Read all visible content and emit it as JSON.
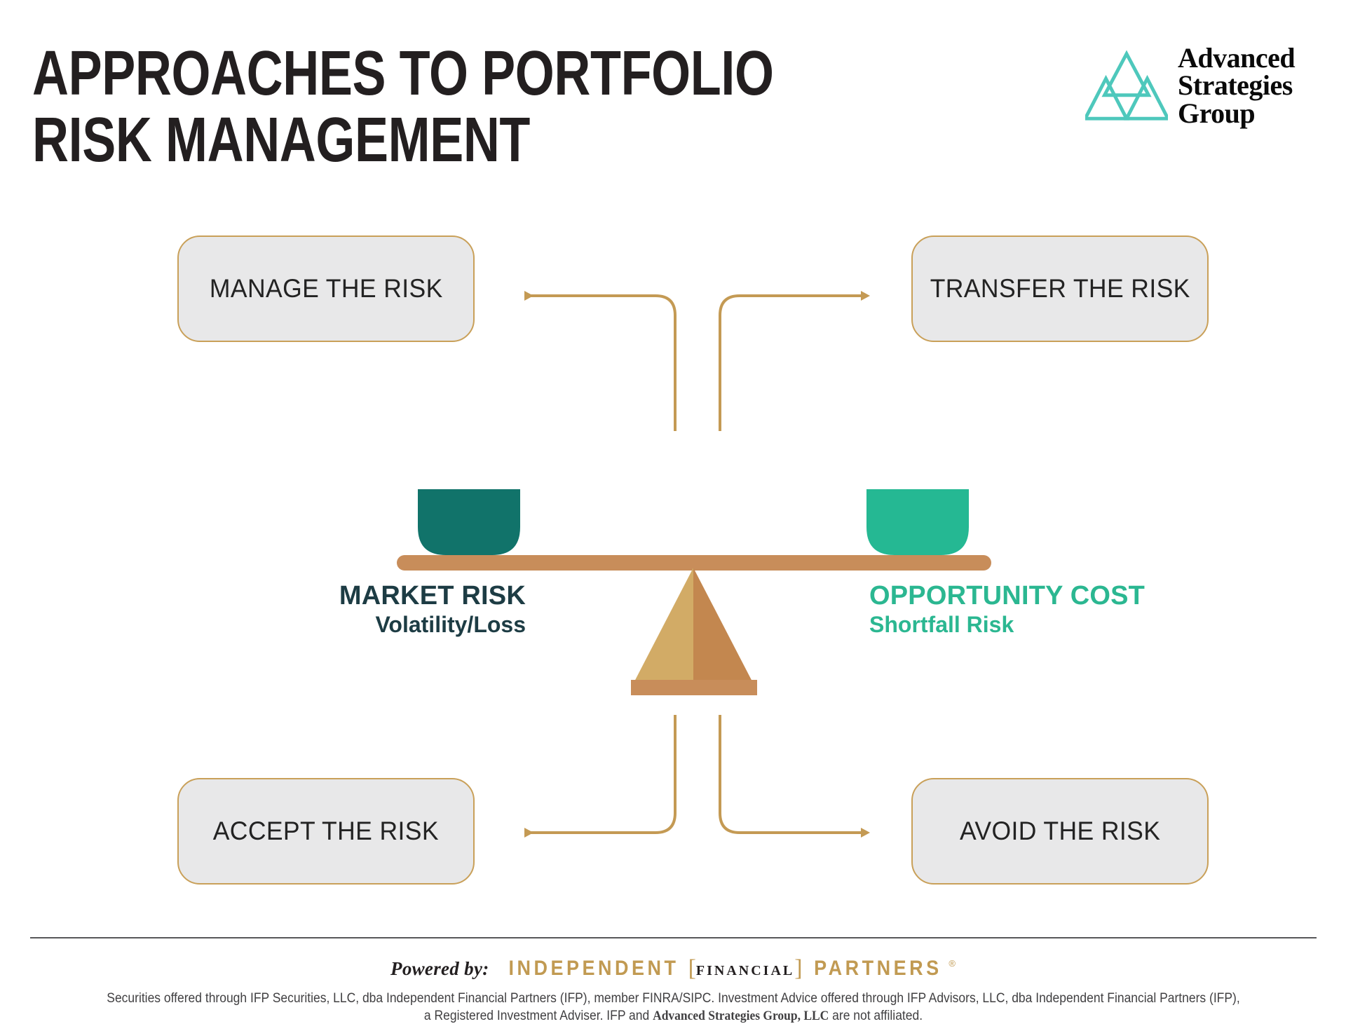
{
  "header": {
    "title": "APPROACHES TO PORTFOLIO\nRISK MANAGEMENT",
    "logo": {
      "line1": "Advanced",
      "line2": "Strategies",
      "line3": "Group",
      "mark_name": "triangles-logo-mark",
      "mark_color": "#4ec8bc"
    }
  },
  "diagram": {
    "boxes": {
      "manage": "MANAGE THE RISK",
      "transfer": "TRANSFER THE RISK",
      "accept": "ACCEPT THE RISK",
      "avoid": "AVOID THE RISK"
    },
    "scale": {
      "left_pan_color": "#11736a",
      "right_pan_color": "#25b893",
      "beam_color": "#c88d5a",
      "fulcrum_light": "#d2ab66",
      "fulcrum_dark": "#c3874f",
      "left": {
        "title": "MARKET RISK",
        "subtitle": "Volatility/Loss",
        "color": "#1d3c44"
      },
      "right": {
        "title": "OPPORTUNITY COST",
        "subtitle": "Shortfall Risk",
        "color": "#2bb791"
      }
    },
    "connector_color": "#c49a54"
  },
  "footer": {
    "powered_by": "Powered by:",
    "ifp_independent": "INDEPENDENT",
    "ifp_bracket_open": "[",
    "ifp_financial": "FINANCIAL",
    "ifp_bracket_close": "]",
    "ifp_partners": "PARTNERS",
    "ifp_registered": "®",
    "disclaimer_line1_a": "Securities offered through IFP Securities, LLC, dba Independent Financial Partners (IFP), member FINRA/SIPC. Investment Advice offered through IFP Advisors, LLC, dba Independent Financial Partners (IFP),",
    "disclaimer_line2_a": "a Registered Investment Adviser. IFP and ",
    "disclaimer_line2_firm": "Advanced Strategies Group, LLC",
    "disclaimer_line2_b": " are not affiliated."
  }
}
